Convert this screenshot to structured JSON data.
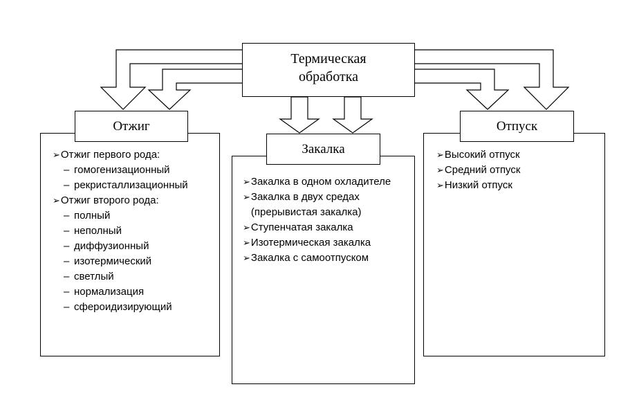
{
  "root": {
    "title": "Термическая обработка"
  },
  "branches": {
    "annealing": {
      "header": "Отжиг",
      "items": [
        {
          "level": 1,
          "text": "Отжиг первого рода:"
        },
        {
          "level": 2,
          "text": "гомогенизационный"
        },
        {
          "level": 2,
          "text": "рекристаллизационный"
        },
        {
          "level": 1,
          "text": "Отжиг второго рода:"
        },
        {
          "level": 2,
          "text": "полный"
        },
        {
          "level": 2,
          "text": "неполный"
        },
        {
          "level": 2,
          "text": "диффузионный"
        },
        {
          "level": 2,
          "text": "изотермический"
        },
        {
          "level": 2,
          "text": "светлый"
        },
        {
          "level": 2,
          "text": "нормализация"
        },
        {
          "level": 2,
          "text": "сфероидизирующий"
        }
      ]
    },
    "quenching": {
      "header": "Закалка",
      "items": [
        {
          "level": 1,
          "text": "Закалка в одном охладителе"
        },
        {
          "level": 1,
          "text": "Закалка в двух средах (прерывистая закалка)"
        },
        {
          "level": 1,
          "text": "Ступенчатая закалка"
        },
        {
          "level": 1,
          "text": "Изотермическая закалка"
        },
        {
          "level": 1,
          "text": "Закалка с самоотпуском"
        }
      ]
    },
    "tempering": {
      "header": "Отпуск",
      "items": [
        {
          "level": 1,
          "text": "Высокий отпуск"
        },
        {
          "level": 1,
          "text": "Средний отпуск"
        },
        {
          "level": 1,
          "text": "Низкий отпуск"
        }
      ]
    }
  },
  "icons": {
    "arrow_bullet": "➢",
    "dash_bullet": "–"
  },
  "colors": {
    "border": "#000000",
    "background": "#ffffff",
    "text": "#000000"
  }
}
